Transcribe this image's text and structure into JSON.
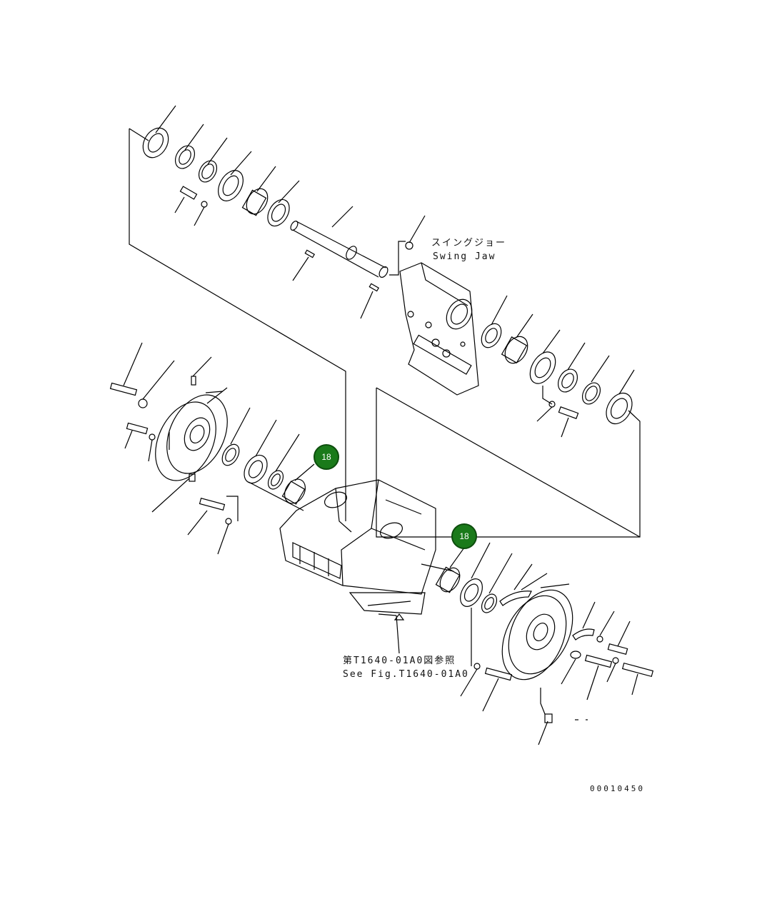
{
  "swing_jaw": {
    "jp": "スイングジョー",
    "en": "Swing Jaw"
  },
  "see_fig": {
    "jp": "第T1640-01A0図参照",
    "en": "See Fig.T1640-01A0"
  },
  "callouts": [
    {
      "label": "18"
    },
    {
      "label": "18"
    }
  ],
  "drawing_number": "00010450",
  "colors": {
    "callout_fill": "#1a7a1a",
    "line": "#000000"
  }
}
